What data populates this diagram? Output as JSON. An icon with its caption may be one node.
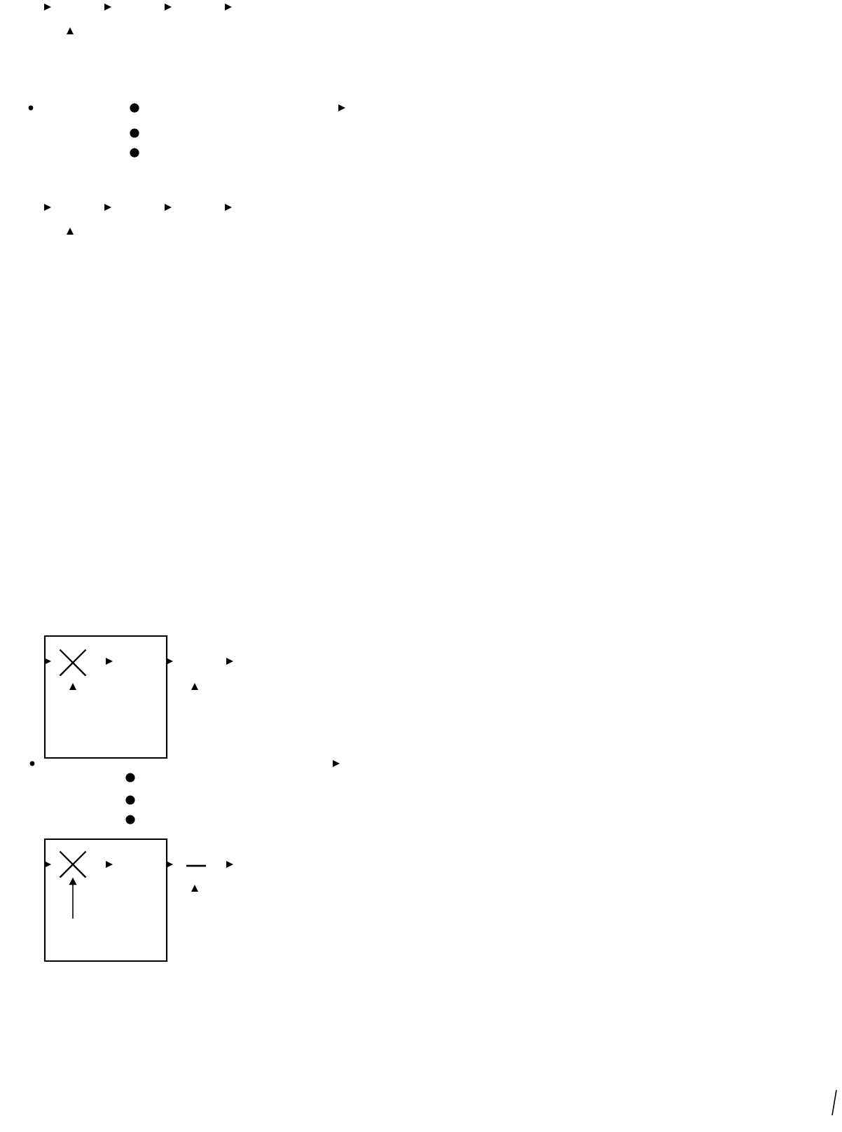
{
  "diagram": {
    "nodes": [
      {
        "text": [],
        "shape": "box"
      },
      {
        "text": [],
        "shape": "cross",
        "in": 0
      },
      {
        "text": [],
        "shape": "box"
      },
      {
        "text": [],
        "shape": "cross",
        "in": 2
      }
    ],
    "edges": [
      {
        "from": null,
        "to": 3,
        "arrow": "to"
      }
    ]
  }
}
